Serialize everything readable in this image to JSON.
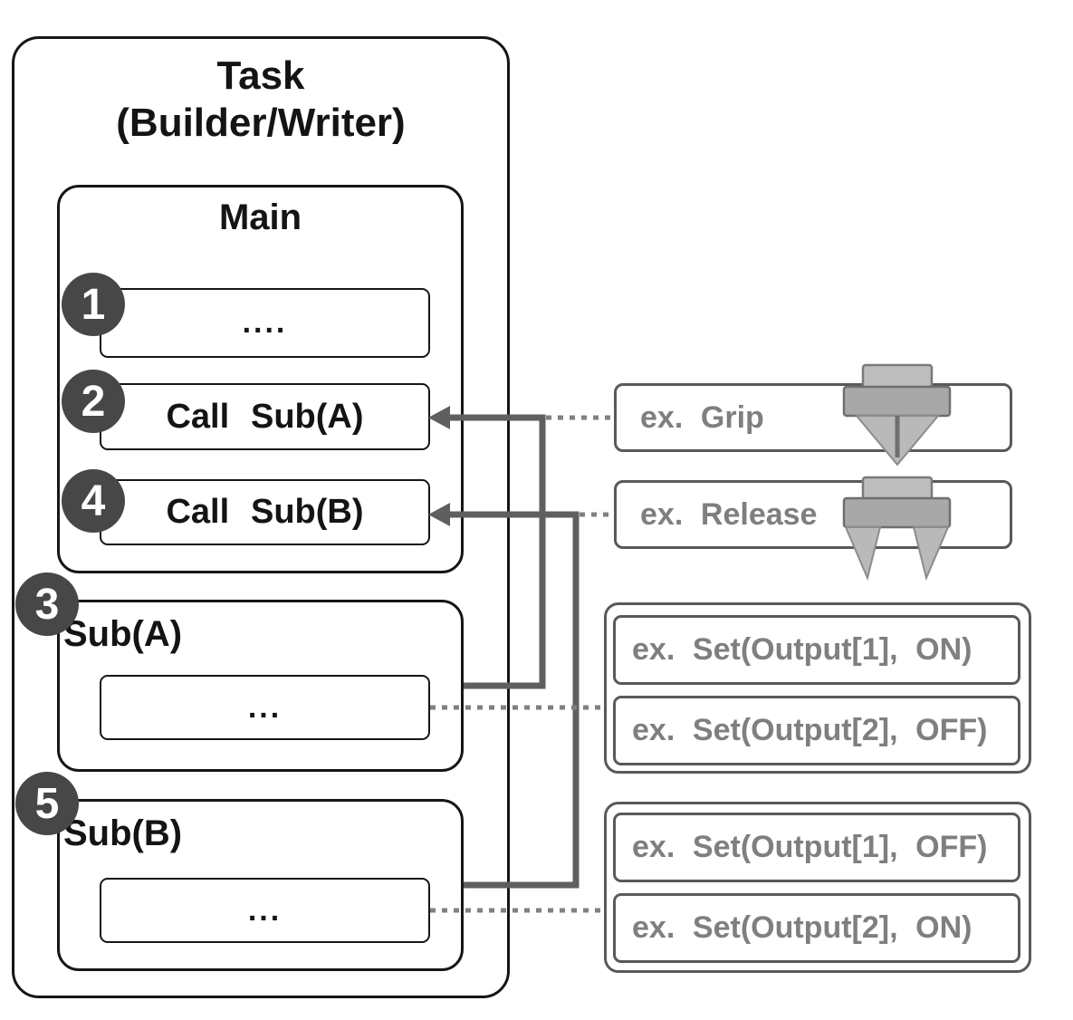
{
  "diagram_title": {
    "line1": "Task",
    "line2": "(Builder/Writer)"
  },
  "main": {
    "title": "Main",
    "steps": {
      "s1": {
        "badge": "1",
        "label": "...."
      },
      "s2": {
        "badge": "2",
        "label": "Call Sub(A)"
      },
      "s4": {
        "badge": "4",
        "label": "Call Sub(B)"
      }
    }
  },
  "sub_a": {
    "badge": "3",
    "title": "Sub(A)",
    "body": "..."
  },
  "sub_b": {
    "badge": "5",
    "title": "Sub(B)",
    "body": "..."
  },
  "examples": {
    "grip": {
      "label": "ex. Grip",
      "icon": "gripper-closed-icon"
    },
    "release": {
      "label": "ex. Release",
      "icon": "gripper-open-icon"
    },
    "group_a": {
      "items": [
        "ex. Set(Output[1], ON)",
        "ex. Set(Output[2], OFF)"
      ]
    },
    "group_b": {
      "items": [
        "ex. Set(Output[1], OFF)",
        "ex. Set(Output[2], ON)"
      ]
    }
  },
  "colors": {
    "box_border": "#161616",
    "connector_gray": "#5f5f5f",
    "dotted_gray": "#808080",
    "example_text": "#7f7f7f",
    "example_border": "#595959",
    "badge_background": "#474747"
  }
}
